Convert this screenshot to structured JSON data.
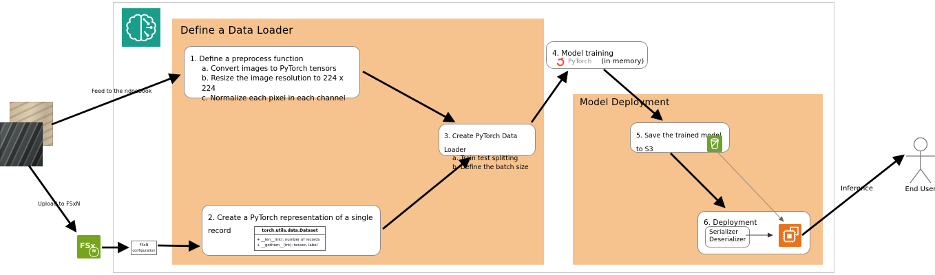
{
  "panels": {
    "data_loader": {
      "title": "Define a Data Loader"
    },
    "model_deployment": {
      "title": "Model Deployment"
    }
  },
  "boxes": {
    "preprocess": {
      "title": "1. Define a preprocess function",
      "items": [
        "a. Convert images to PyTorch tensors",
        "b. Resize the image resolution to 224 x 224",
        "c. Normalize each pixel in each channel"
      ]
    },
    "single_record": {
      "title": "2. Create a PyTorch representation of a single record",
      "uml_header": "torch.utils.data.Dataset",
      "uml_rows": [
        "+ __len__(int): number of records",
        "+ __getitem__(int): tensor, label"
      ]
    },
    "dataloader": {
      "title": "3. Create PyTorch Data Loader",
      "items": [
        "a. Train test splitting",
        "b. Define the batch size"
      ]
    },
    "training": {
      "title": "4. Model training",
      "framework": "PyTorch",
      "note": "(in memory)"
    },
    "save_model": {
      "title": "5. Save the trained model to S3"
    },
    "deployment": {
      "title": "6. Deployment",
      "serializer_lines": [
        "Serializer",
        "Deserializer"
      ]
    }
  },
  "edge_labels": {
    "feed_notebook": "Feed to the ndoebook",
    "upload_fsxn": "Upload to FSxN",
    "inference": "Inference"
  },
  "nodes": {
    "fsx": {
      "label": "FSx",
      "sub": "N"
    },
    "fsx_config": {
      "lines": [
        "FSxN",
        "configuration"
      ]
    },
    "end_user": {
      "label": "End User"
    }
  },
  "colors": {
    "panel_orange": "#F6C28E",
    "sagemaker_teal": "#1A9E8B",
    "fsx_green": "#76A51D",
    "s3_green": "#6CA32E",
    "endpoint_orange": "#E8731A",
    "pytorch_red": "#EE4C2C"
  }
}
